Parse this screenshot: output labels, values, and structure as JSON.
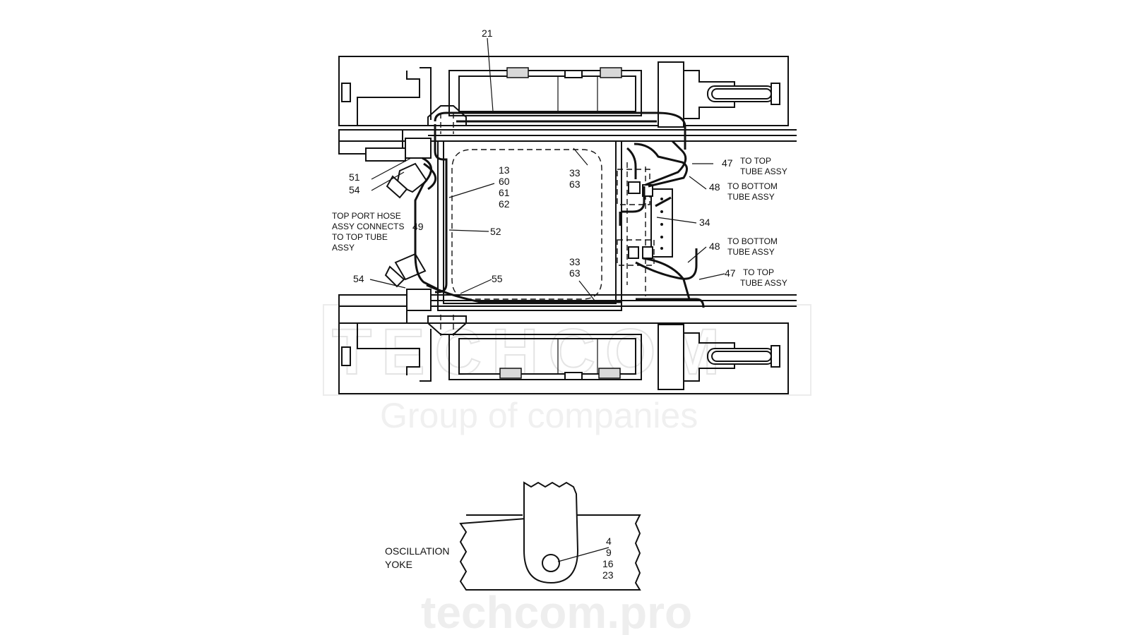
{
  "watermark": {
    "brand": "TECHCOM",
    "tagline": "Group of companies",
    "site": "techcom.pro"
  },
  "callouts": {
    "n21": "21",
    "n33a": "33",
    "n63a": "63",
    "n13": "13",
    "n60": "60",
    "n61": "61",
    "n62": "62",
    "n47a": "47",
    "to_top_a_1": "TO TOP",
    "to_top_a_2": "TUBE ASSY",
    "n48a": "48",
    "to_bottom_a_1": "TO BOTTOM",
    "to_bottom_a_2": "TUBE ASSY",
    "n51": "51",
    "n54a": "54",
    "n34": "34",
    "n49": "49",
    "n52": "52",
    "n48b": "48",
    "to_bottom_b_1": "TO BOTTOM",
    "to_bottom_b_2": "TUBE ASSY",
    "n33b": "33",
    "n63b": "63",
    "n47b": "47",
    "to_top_b_1": "TO TOP",
    "to_top_b_2": "TUBE ASSY",
    "n54b": "54",
    "n55": "55",
    "top_port_1": "TOP PORT HOSE",
    "top_port_2": "ASSY CONNECTS",
    "top_port_3": "TO TOP TUBE",
    "top_port_4": "ASSY"
  },
  "detail": {
    "label_1": "OSCILLATION",
    "label_2": "YOKE",
    "n4": "4",
    "n9": "9",
    "n16": "16",
    "n23": "23"
  }
}
